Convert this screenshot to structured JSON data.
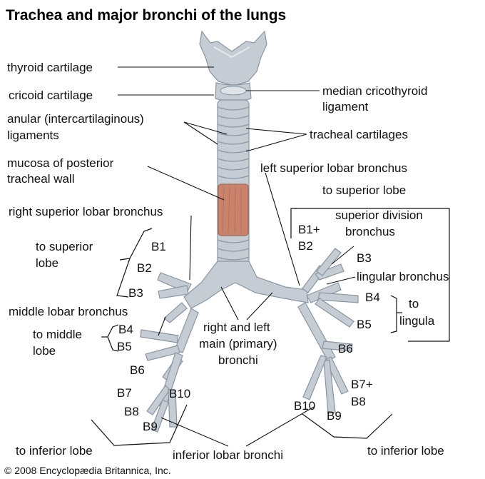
{
  "title": "Trachea and major bronchi of the lungs",
  "copyright": "© 2008 Encyclopædia Britannica, Inc.",
  "labels": {
    "thyroid_cartilage": "thyroid cartilage",
    "cricoid_cartilage": "cricoid cartilage",
    "median_cricothyroid_1": "median cricothyroid",
    "median_cricothyroid_2": "ligament",
    "anular_1": "anular (intercartilaginous)",
    "anular_2": "ligaments",
    "tracheal_cartilages": "tracheal cartilages",
    "mucosa_1": "mucosa of posterior",
    "mucosa_2": "tracheal wall",
    "left_superior_lobar": "left superior lobar bronchus",
    "to_superior_lobe_right": "to superior lobe",
    "right_superior_lobar": "right superior lobar bronchus",
    "superior_division_1": "superior division",
    "superior_division_2": "bronchus",
    "to_superior_lobe_left_1": "to superior",
    "to_superior_lobe_left_2": "lobe",
    "lingular_bronchus": "lingular bronchus",
    "to_lingula_1": "to",
    "to_lingula_2": "lingula",
    "middle_lobar": "middle lobar bronchus",
    "to_middle_lobe_1": "to middle",
    "to_middle_lobe_2": "lobe",
    "main_bronchi_1": "right and left",
    "main_bronchi_2": "main (primary)",
    "main_bronchi_3": "bronchi",
    "to_inferior_lobe_left": "to inferior lobe",
    "to_inferior_lobe_right": "to inferior lobe",
    "inferior_lobar": "inferior lobar bronchi"
  },
  "segments": {
    "b1_r": "B1",
    "b2_r": "B2",
    "b3_r": "B3",
    "b4_r": "B4",
    "b5_r": "B5",
    "b6_r": "B6",
    "b7_r": "B7",
    "b8_r": "B8",
    "b9_r": "B9",
    "b10_r": "B10",
    "b1b2_l_1": "B1+",
    "b1b2_l_2": "B2",
    "b3_l": "B3",
    "b4_l": "B4",
    "b5_l": "B5",
    "b6_l": "B6",
    "b78_l_1": "B7+",
    "b78_l_2": "B8",
    "b9_l": "B9",
    "b10_l": "B10"
  },
  "colors": {
    "airway": "#c5ccd4",
    "mucosa": "#c9826b",
    "text": "#111111"
  }
}
